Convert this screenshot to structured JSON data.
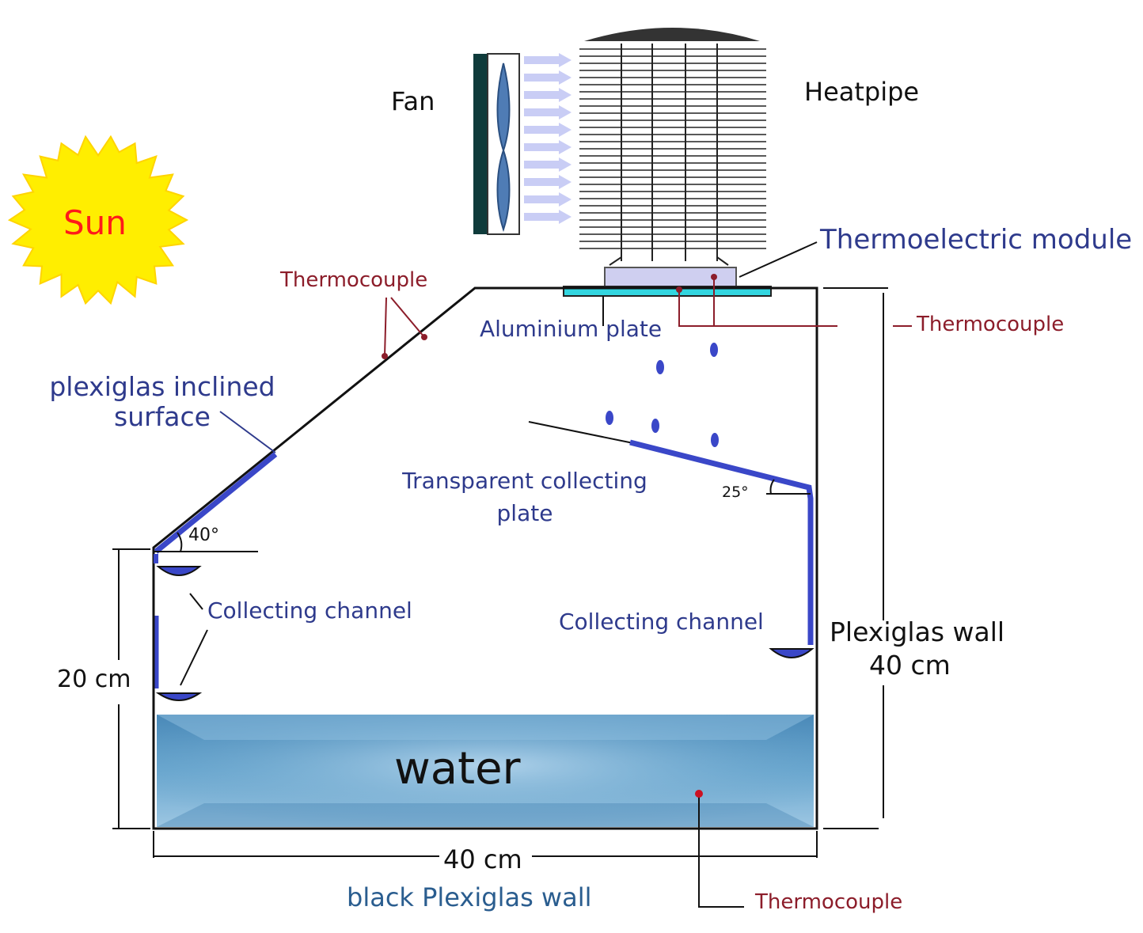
{
  "labels": {
    "sun": "Sun",
    "fan": "Fan",
    "heatpipe": "Heatpipe",
    "thermoelectric_module": "Thermoelectric module",
    "thermocouple_top": "Thermocouple",
    "thermocouple_right": "Thermocouple",
    "thermocouple_bottom": "Thermocouple",
    "aluminium_plate": "Aluminium plate",
    "inclined_surface_line1": "plexiglas inclined",
    "inclined_surface_line2": "surface",
    "collecting_plate_line1": "Transparent collecting",
    "collecting_plate_line2": "plate",
    "collecting_channel_left": "Collecting channel",
    "collecting_channel_right": "Collecting channel",
    "angle_left": "40°",
    "angle_right": "25°",
    "height_left": "20 cm",
    "plexiglas_wall": "Plexiglas wall",
    "height_right": "40 cm",
    "width_bottom": "40 cm",
    "bottom_wall": "black Plexiglas wall",
    "water": "water"
  },
  "colors": {
    "sun": "#ffee00",
    "sun_text": "#ff1a1a",
    "label_blue": "#2e3a8c",
    "label_red": "#8c1d2a",
    "water": "#5b9ac4",
    "collector_blue": "#3a47c8",
    "aluminium": "#33d6e0",
    "module": "#cfcff0",
    "fan_frame": "#0f3b3b",
    "airflow": "#c9cdf5"
  }
}
